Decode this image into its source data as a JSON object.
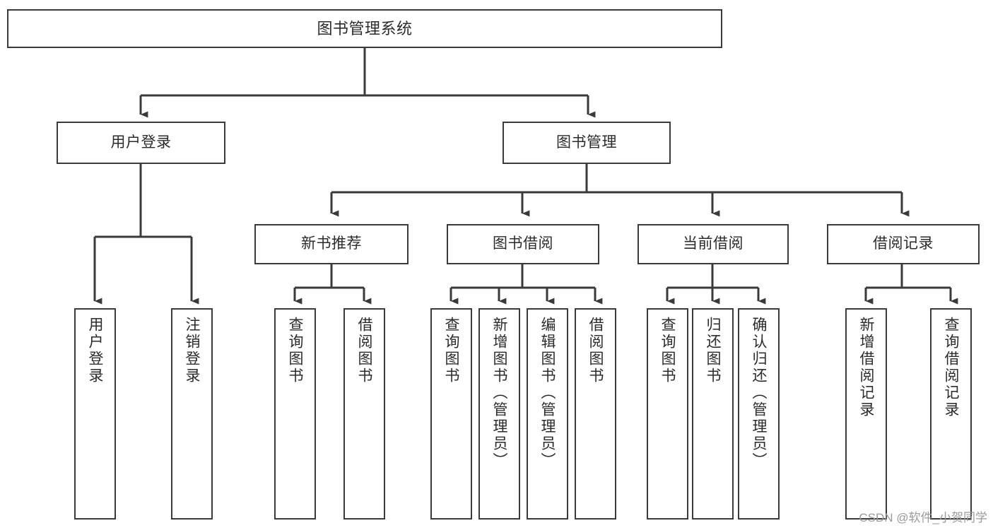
{
  "diagram": {
    "title": "图书管理系统",
    "type": "tree-hierarchy-chart",
    "watermark": "CSDN @软件_小贺同学",
    "colors": {
      "node_border": "#3a3a3a",
      "node_fill": "#ffffff",
      "connector": "#3a3a3a",
      "text": "#2b2b2b",
      "watermark": "#9b9b9b",
      "background": "#ffffff"
    }
  },
  "nodes": {
    "root": {
      "label": "图书管理系统"
    },
    "level2": [
      {
        "id": "user-login",
        "label": "用户登录"
      },
      {
        "id": "book-management",
        "label": "图书管理"
      }
    ],
    "level3": [
      {
        "id": "new-book-recommend",
        "label": "新书推荐"
      },
      {
        "id": "book-borrow",
        "label": "图书借阅"
      },
      {
        "id": "current-borrow",
        "label": "当前借阅"
      },
      {
        "id": "borrow-record",
        "label": "借阅记录"
      }
    ],
    "leaves": {
      "user-login": [
        {
          "id": "leaf-user-login",
          "label": "用户登录"
        },
        {
          "id": "leaf-logout",
          "label": "注销登录"
        }
      ],
      "new-book-recommend": [
        {
          "id": "leaf-query-book-1",
          "label": "查询图书"
        },
        {
          "id": "leaf-borrow-book-1",
          "label": "借阅图书"
        }
      ],
      "book-borrow": [
        {
          "id": "leaf-query-book-2",
          "label": "查询图书"
        },
        {
          "id": "leaf-add-book",
          "label": "新增图书（管理员）"
        },
        {
          "id": "leaf-edit-book",
          "label": "编辑图书（管理员）"
        },
        {
          "id": "leaf-borrow-book-2",
          "label": "借阅图书"
        }
      ],
      "current-borrow": [
        {
          "id": "leaf-query-book-3",
          "label": "查询图书"
        },
        {
          "id": "leaf-return-book",
          "label": "归还图书"
        },
        {
          "id": "leaf-confirm-return",
          "label": "确认归还（管理员）"
        }
      ],
      "borrow-record": [
        {
          "id": "leaf-add-record",
          "label": "新增借阅记录"
        },
        {
          "id": "leaf-query-record",
          "label": "查询借阅记录"
        }
      ]
    }
  }
}
